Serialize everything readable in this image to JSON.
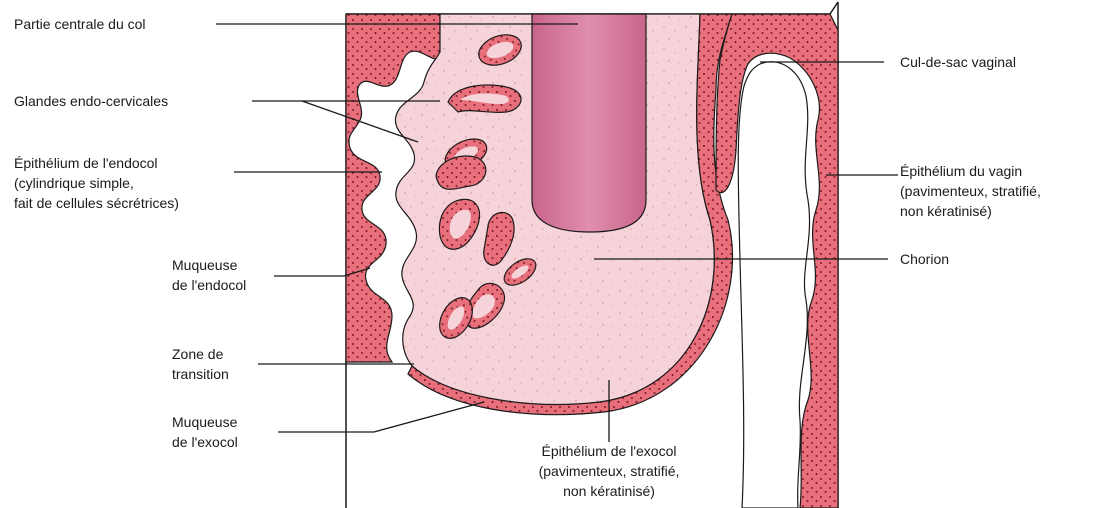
{
  "labels": {
    "partie_centrale": "Partie centrale du col",
    "glandes": "Glandes endo-cervicales",
    "epi_endocol_1": "Épithélium de l'endocol",
    "epi_endocol_2": "(cylindrique simple,",
    "epi_endocol_3": "fait de cellules sécrétrices)",
    "muq_endocol_1": "Muqueuse",
    "muq_endocol_2": "de l'endocol",
    "zone_1": "Zone de",
    "zone_2": "transition",
    "muq_exocol_1": "Muqueuse",
    "muq_exocol_2": "de l'exocol",
    "epi_exocol_1": "Épithélium de l'exocol",
    "epi_exocol_2": "(pavimenteux, stratifié,",
    "epi_exocol_3": "non kératinisé)",
    "cul_de_sac": "Cul-de-sac vaginal",
    "epi_vagin_1": "Épithélium du vagin",
    "epi_vagin_2": "(pavimenteux, stratifié,",
    "epi_vagin_3": "non kératinisé)",
    "chorion": "Chorion"
  },
  "colors": {
    "chorion": "#f6d3d9",
    "epithelium": "#e8707c",
    "epithelium_dots": "#7a1a24",
    "canal": "#d77796",
    "outline": "#1a1a1a"
  }
}
